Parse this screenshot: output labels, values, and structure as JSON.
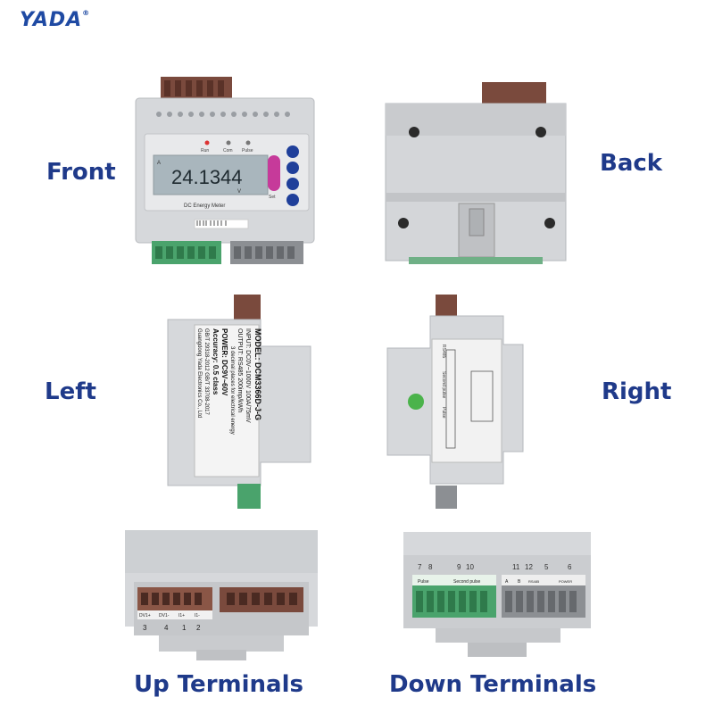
{
  "brand": {
    "logo_text": "YADA",
    "registered": "®"
  },
  "views": {
    "front_label": "Front",
    "back_label": "Back",
    "left_label": "Left",
    "right_label": "Right",
    "up_label": "Up Terminals",
    "down_label": "Down Terminals"
  },
  "front": {
    "led_run": "Run",
    "led_com": "Com",
    "led_pulse": "Pulse",
    "reading": "24.1344",
    "unit_a": "A",
    "unit_v": "V",
    "set_label": "Set",
    "device_name": "DC Energy Meter"
  },
  "left_label_sheet": {
    "model": "MODEL: DCM3366D-J-G",
    "input": "INPUT:  DC0V~1000V  100A/75mV",
    "output": "OUTPUT: RS485  200imp/kWh",
    "output2": "3 decimal places for electrical energy",
    "power": "POWER: DC9V~60V",
    "accuracy": "Accuracy: 0.5 class",
    "standard": "GB/T 29318-2012  GB/T 33708-2017",
    "maker": "Guangdong Yada Electronics Co., Ltd"
  },
  "right_sheet": {
    "pulse": "Pulse",
    "second_pulse": "Second pulse",
    "rs485": "RS485"
  },
  "up_terminals": {
    "labels": [
      "DV1+",
      "DV1-",
      "I1+",
      "I1-"
    ],
    "numbers": [
      "3",
      "4",
      "1",
      "2"
    ]
  },
  "down_terminals": {
    "numbers_a": [
      "7",
      "8",
      "9",
      "10"
    ],
    "numbers_b": [
      "11",
      "12",
      "5",
      "6"
    ],
    "pulse": "Pulse",
    "second_pulse": "Second pulse",
    "a": "A",
    "b": "B",
    "rs485": "RS485",
    "power": "POWER"
  }
}
